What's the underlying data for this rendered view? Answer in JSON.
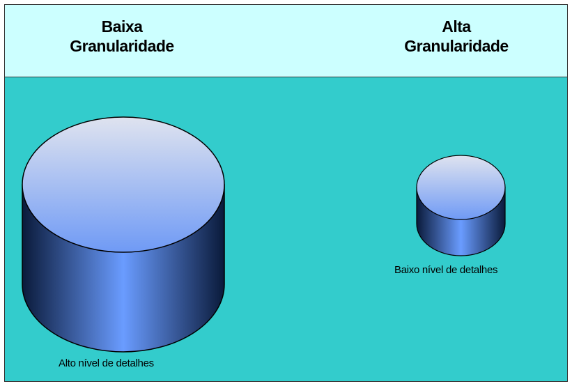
{
  "headers": {
    "left_line1": "Baixa",
    "left_line2": "Granularidade",
    "right_line1": "Alta",
    "right_line2": "Granularidade"
  },
  "captions": {
    "large": "Alto nível de detalhes",
    "small": "Baixo nível de detalhes"
  },
  "colors": {
    "header_background": "#ccffff",
    "panel_background": "#33cccc",
    "cylinder_body_edge": "#0a1a3a",
    "cylinder_body_center": "#6a9cff",
    "cylinder_top_light": "#dfe3ef",
    "cylinder_top_dark": "#6f9af5"
  }
}
